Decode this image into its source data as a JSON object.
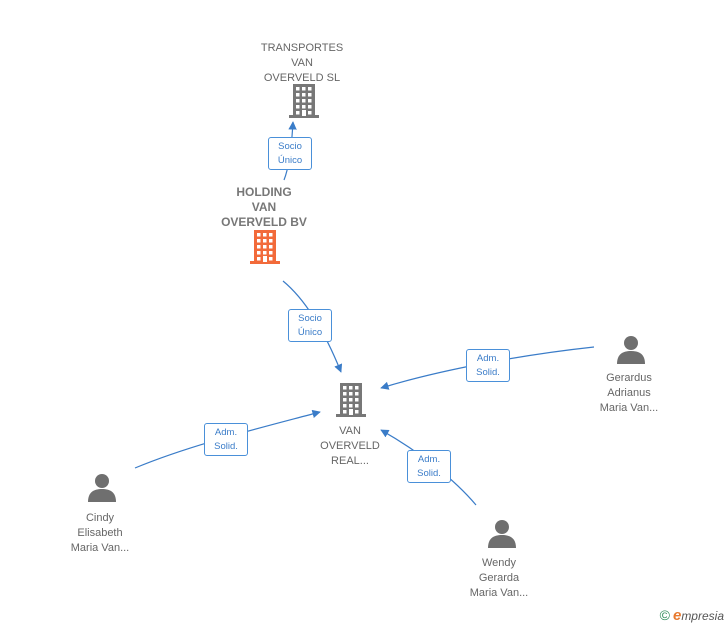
{
  "colors": {
    "edge": "#3a7cc8",
    "node_default": "#777777",
    "node_highlight": "#f26a3a",
    "person": "#6f6f6f"
  },
  "nodes": [
    {
      "id": "transportes",
      "kind": "building",
      "lines": [
        "TRANSPORTES",
        "VAN",
        "OVERVELD SL"
      ],
      "bold": false,
      "highlight": false
    },
    {
      "id": "holding",
      "kind": "building",
      "lines": [
        "HOLDING",
        "VAN",
        "OVERVELD BV"
      ],
      "bold": true,
      "highlight": true
    },
    {
      "id": "vanoverveld",
      "kind": "building",
      "lines": [
        "VAN",
        "OVERVELD",
        "REAL..."
      ],
      "bold": false,
      "highlight": false
    },
    {
      "id": "gerardus",
      "kind": "person",
      "lines": [
        "Gerardus",
        "Adrianus",
        "Maria Van..."
      ],
      "bold": false,
      "highlight": false
    },
    {
      "id": "cindy",
      "kind": "person",
      "lines": [
        "Cindy",
        "Elisabeth",
        "Maria Van..."
      ],
      "bold": false,
      "highlight": false
    },
    {
      "id": "wendy",
      "kind": "person",
      "lines": [
        "Wendy",
        "Gerarda",
        "Maria Van..."
      ],
      "bold": false,
      "highlight": false
    }
  ],
  "edges": [
    {
      "id": "holding-transportes",
      "from": "holding",
      "to": "transportes",
      "label": [
        "Socio",
        "Único"
      ]
    },
    {
      "id": "holding-vanoverveld",
      "from": "holding",
      "to": "vanoverveld",
      "label": [
        "Socio",
        "Único"
      ]
    },
    {
      "id": "gerardus-vanoverveld",
      "from": "gerardus",
      "to": "vanoverveld",
      "label": [
        "Adm.",
        "Solid."
      ]
    },
    {
      "id": "cindy-vanoverveld",
      "from": "cindy",
      "to": "vanoverveld",
      "label": [
        "Adm.",
        "Solid."
      ]
    },
    {
      "id": "wendy-vanoverveld",
      "from": "wendy",
      "to": "vanoverveld",
      "label": [
        "Adm.",
        "Solid."
      ]
    }
  ],
  "footer": {
    "copyright": "©",
    "brand_initial": "e",
    "brand_rest": "mpresia"
  }
}
